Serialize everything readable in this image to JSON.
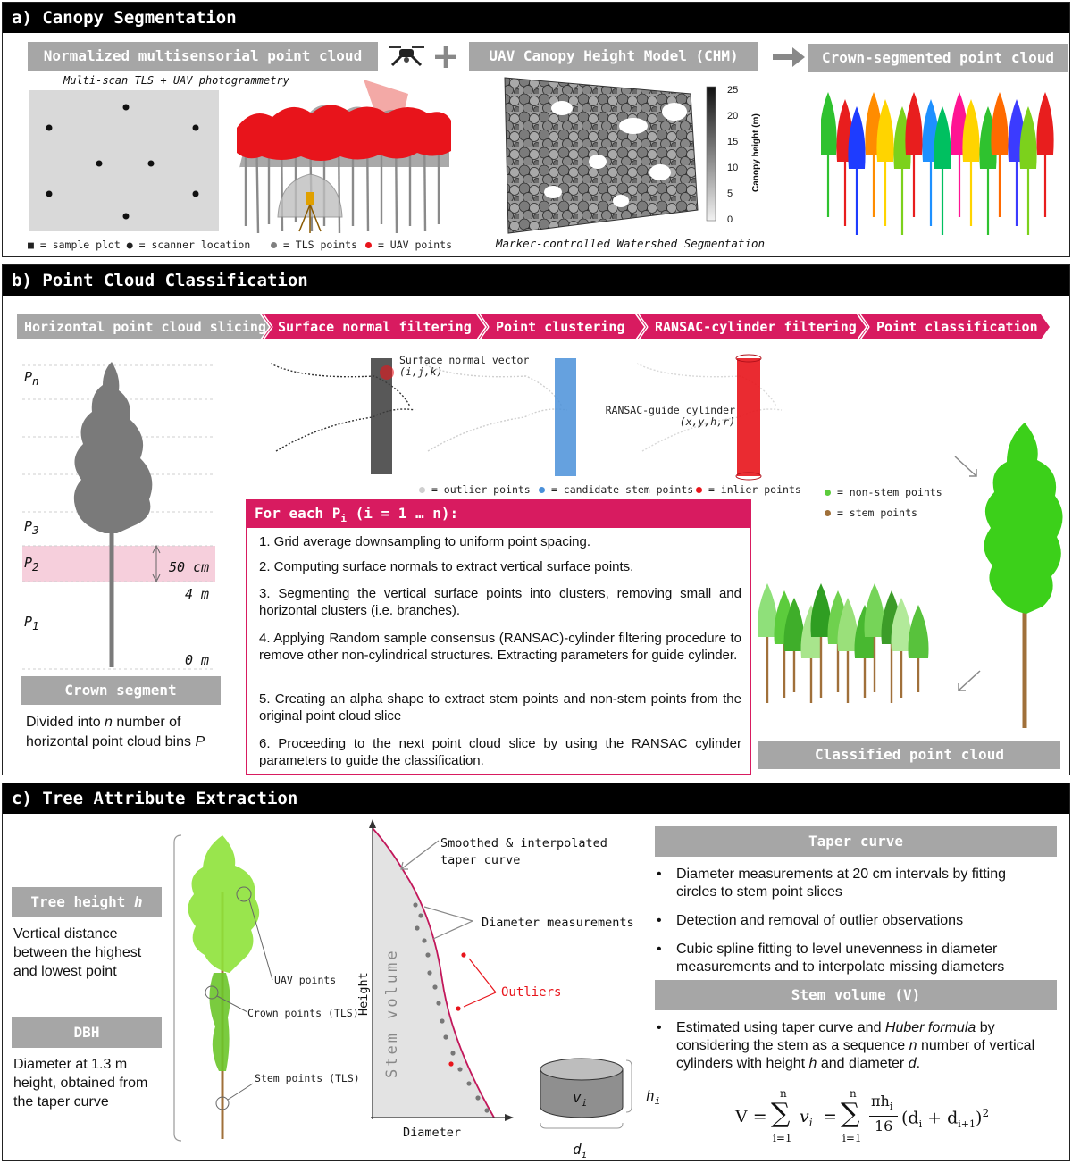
{
  "panel_a": {
    "title": "a) Canopy Segmentation",
    "box_pointcloud": "Normalized multisensorial point cloud",
    "subtitle_pointcloud": "Multi-scan TLS + UAV photogrammetry",
    "plus": "+",
    "box_chm": "UAV Canopy Height Model (CHM)",
    "box_segmented": "Crown-segmented point cloud",
    "legend_left": "■ = sample plot ● = scanner location",
    "legend_tls": "= TLS points",
    "legend_uav": "= UAV points",
    "colorbar_title": "Canopy height (m)",
    "colorbar_ticks": [
      "25",
      "20",
      "15",
      "10",
      "5",
      "0"
    ],
    "watershed_caption": "Marker-controlled Watershed Segmentation"
  },
  "panel_b": {
    "title": "b) Point Cloud Classification",
    "steps": [
      "Horizontal point cloud slicing",
      "Surface normal filtering",
      "Point clustering",
      "RANSAC-cylinder filtering",
      "Point classification"
    ],
    "slice_labels": {
      "pn": "P",
      "pn_sub": "n",
      "p3": "P",
      "p3_sub": "3",
      "p2": "P",
      "p2_sub": "2",
      "p1": "P",
      "p1_sub": "1"
    },
    "height_50": "50 cm",
    "height_4": "4 m",
    "height_0": "0 m",
    "crown_segment": "Crown segment",
    "divided_text_1": "Divided into ",
    "divided_n": "n",
    "divided_text_2": " number of",
    "divided_text_3": "horizontal point cloud bins ",
    "divided_p": "P",
    "surface_normal_label": "Surface normal vector",
    "surface_normal_vars": "(i,j,k)",
    "ransac_label": "RANSAC-guide cylinder",
    "ransac_vars": "(x,y,h,r)",
    "legend_outlier": "= outlier points",
    "legend_candidate": "= candidate stem points",
    "legend_inlier": "= inlier points",
    "legend_nonstem": "= non-stem points",
    "legend_stem": "= stem points",
    "foreach_title": "For each P",
    "foreach_sub": "i",
    "foreach_rest": " (i = 1 … n):",
    "procedure": [
      "1. Grid average downsampling to uniform point spacing.",
      "2. Computing surface normals to extract vertical surface points.",
      "3. Segmenting the vertical surface points into clusters, removing small and horizontal clusters (i.e. branches).",
      "4. Applying Random sample consensus (RANSAC)-cylinder filtering procedure to remove other non-cylindrical structures. Extracting parameters for guide cylinder.",
      "5. Creating an alpha shape to extract stem points and non-stem points from the original point cloud slice",
      "6. Proceeding to the next point cloud slice by using the RANSAC cylinder parameters to guide the classification."
    ],
    "classified": "Classified point cloud"
  },
  "panel_c": {
    "title": "c) Tree Attribute Extraction",
    "tree_height_box": "Tree height ",
    "tree_height_h": "h",
    "tree_height_desc": "Vertical distance between the highest and lowest point",
    "dbh_box": "DBH",
    "dbh_desc": "Diameter at 1.3 m height, obtained from the taper curve",
    "uav_points": "UAV points",
    "crown_points": "Crown points (TLS)",
    "stem_points": "Stem points (TLS)",
    "smoothed_label_1": "Smoothed & interpolated",
    "smoothed_label_2": "taper curve",
    "diameter_measurements": "Diameter measurements",
    "outliers": "Outliers",
    "stem_volume_vertical": "Stem volume",
    "axis_height": "Height",
    "axis_diameter": "Diameter",
    "cyl_v": "v",
    "cyl_v_sub": "i",
    "cyl_h": "h",
    "cyl_h_sub": "i",
    "cyl_d": "d",
    "cyl_d_sub": "i",
    "taper_box": "Taper curve",
    "taper_bullets": [
      "Diameter measurements at 20 cm intervals by fitting circles to stem point slices",
      "Detection and removal of outlier observations",
      "Cubic spline fitting to level unevenness in diameter measurements and to interpolate missing diameters"
    ],
    "volume_box": "Stem volume (V)",
    "volume_text_1": "Estimated using taper curve and ",
    "volume_text_huber": "Huber formula",
    "volume_text_2": " by considering the stem as a sequence ",
    "volume_text_n": "n",
    "volume_text_3": " number of vertical cylinders with height ",
    "volume_text_h": "h",
    "volume_text_4": " and diameter ",
    "volume_text_d": "d",
    "volume_text_5": ".",
    "formula_V": "V =",
    "formula_n1": "n",
    "formula_i1": "i=1",
    "formula_vi": "v",
    "formula_vi_sub": "i",
    "formula_eq": "=",
    "formula_n2": "n",
    "formula_i2": "i=1",
    "formula_num": "πh",
    "formula_num_sub": "i",
    "formula_den": "16",
    "formula_tail": "(d",
    "formula_tail_sub1": "i",
    "formula_tail_mid": " + d",
    "formula_tail_sub2": "i+1",
    "formula_tail_end": ")",
    "formula_sq": "2"
  },
  "colors": {
    "header_bg": "#000000",
    "box_gray": "#a6a6a6",
    "magenta": "#d81b60",
    "uav_red": "#e8141b",
    "tls_gray": "#808080",
    "candidate_blue": "#4a90d9",
    "nonstem_green": "#5ccc3c",
    "stem_brown": "#a0703a",
    "pink_band": "#f6cfdc"
  }
}
